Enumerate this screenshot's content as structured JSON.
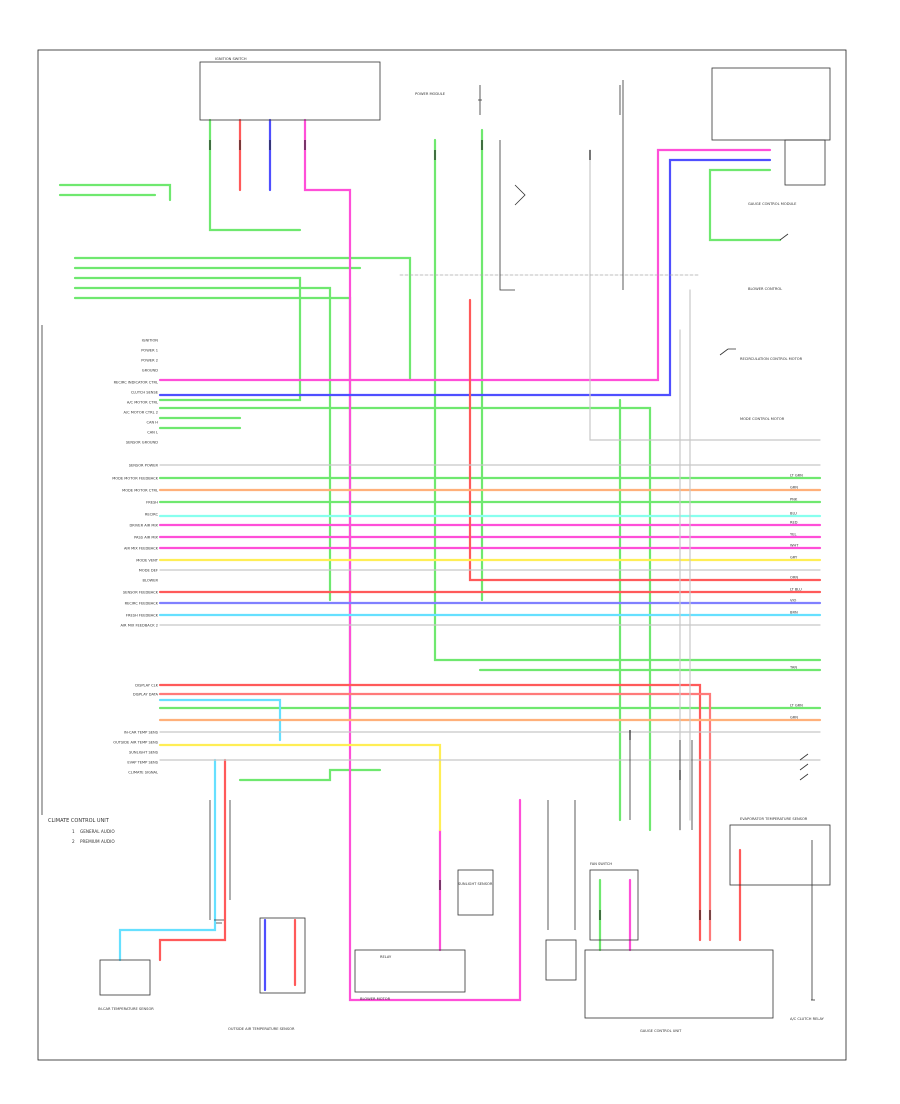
{
  "diagram": {
    "footer_code": "",
    "unit_label": "CLIMATE CONTROL UNIT",
    "legend": [
      {
        "num": "1",
        "text": "GENERAL AUDIO"
      },
      {
        "num": "2",
        "text": "PREMIUM AUDIO"
      }
    ],
    "left_labels": [
      "IGNITION",
      "POWER 1",
      "POWER 2",
      "GROUND",
      "RECIRC INDICATOR CTRL",
      "CLUTCH SENSE",
      "A/C MOTOR CTRL",
      "A/C MOTOR CTRL 2",
      "CAN H",
      "CAN L",
      "SENSOR GROUND",
      "SENSOR POWER",
      "MODE MOTOR FEEDBACK",
      "MODE MOTOR CTRL",
      "FRESH",
      "RECIRC",
      "DRIVER AIR MIX",
      "PASS AIR MIX",
      "AIR MIX FEEDBACK",
      "MODE VENT",
      "MODE DEF",
      "BLOWER",
      "SENSOR FEEDBACK",
      "RECIRC FEEDBACK",
      "FRESH FEEDBACK",
      "AIR MIX FEEDBACK 2",
      "DISPLAY CLK",
      "DISPLAY DATA",
      "IN-CAR TEMP SENS",
      "OUTSIDE AIR TEMP SENS",
      "SUNLIGHT SENS",
      "EVAP TEMP SENS",
      "CLIMATE SIGNAL"
    ],
    "wire_colors": [
      "LT GRN",
      "GRN",
      "PNK",
      "BLU",
      "RED",
      "YEL",
      "WHT",
      "GRY",
      "ORN",
      "LT BLU",
      "VIO",
      "BRN",
      "TAN"
    ],
    "components": [
      {
        "id": "relay",
        "text": "RELAY"
      },
      {
        "id": "blower-motor",
        "text": "BLOWER MOTOR"
      },
      {
        "id": "ignition-switch",
        "text": "IGNITION SWITCH"
      },
      {
        "id": "power-module",
        "text": "POWER MODULE"
      },
      {
        "id": "gauge-control-module",
        "text": "GAUGE CONTROL MODULE"
      },
      {
        "id": "blower-control",
        "text": "BLOWER CONTROL"
      },
      {
        "id": "in-car-sensor",
        "text": "IN-CAR TEMPERATURE SENSOR"
      },
      {
        "id": "ambient-sensor",
        "text": "OUTSIDE AIR TEMPERATURE SENSOR"
      },
      {
        "id": "sunlight-sensor",
        "text": "SUNLIGHT SENSOR"
      },
      {
        "id": "evap-sensor",
        "text": "EVAPORATOR TEMPERATURE SENSOR"
      },
      {
        "id": "recirc-motor",
        "text": "RECIRCULATION CONTROL MOTOR"
      },
      {
        "id": "mode-motor",
        "text": "MODE CONTROL MOTOR"
      },
      {
        "id": "gauge-unit",
        "text": "GAUGE CONTROL UNIT"
      },
      {
        "id": "fan-switch",
        "text": "FAN SWITCH"
      },
      {
        "id": "clutch-relay",
        "text": "A/C CLUTCH RELAY"
      }
    ],
    "colors": {
      "frame": "#222222",
      "green": "#6fe86f",
      "pink": "#ff4fd8",
      "blue": "#4f4fff",
      "red": "#ff5a5a",
      "yellow": "#ffee55",
      "cyan": "#66e0ff",
      "orange": "#ffb07a",
      "gray": "#c8c8c8",
      "lightpink": "#ff9ec8"
    }
  }
}
